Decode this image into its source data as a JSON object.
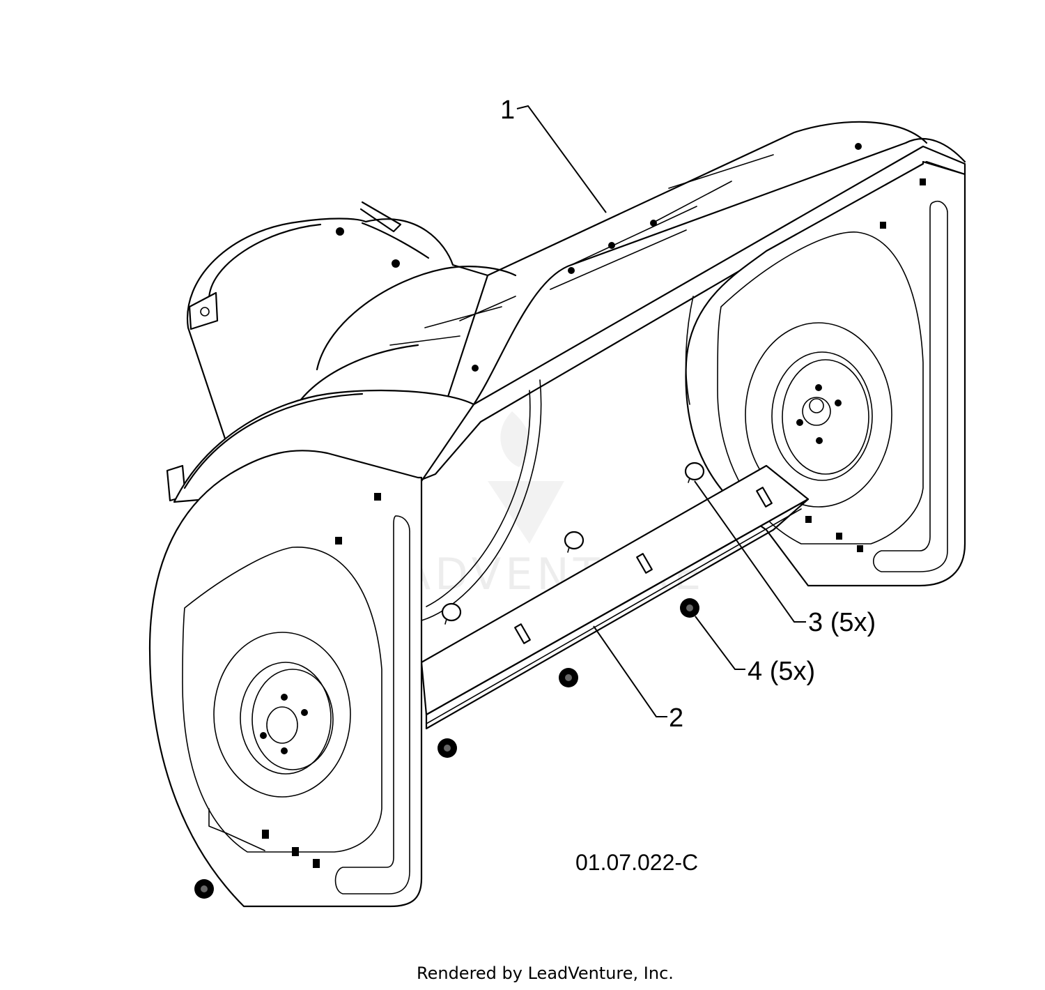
{
  "diagram": {
    "callouts": [
      {
        "id": "1",
        "label": "1"
      },
      {
        "id": "2",
        "label": "2"
      },
      {
        "id": "3",
        "label": "3 (5x)"
      },
      {
        "id": "4",
        "label": "4 (5x)"
      }
    ],
    "drawing_code": "01.07.022-C",
    "footer": "Rendered by LeadVenture, Inc.",
    "watermark": "LEADVENTURE"
  }
}
